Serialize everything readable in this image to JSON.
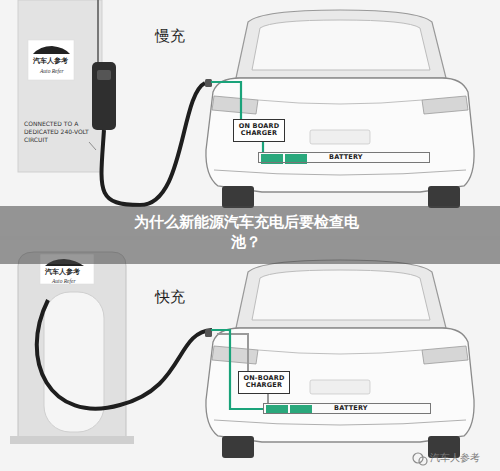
{
  "diagram": {
    "title": "为什么新能源汽车充电后要检查电池？",
    "nodes": [
      {
        "text": [
          "ON BOARD CHARGER"
        ]
      },
      {
        "text": [
          "BATTERY"
        ]
      },
      {
        "text": [
          "ON-BOARD CHARGER"
        ]
      },
      {
        "text": [
          "BATTERY"
        ]
      }
    ],
    "edges": [
      {
        "from": 0,
        "to": 1,
        "arrow": "none"
      },
      {
        "from": 2,
        "to": 3,
        "arrow": "none"
      }
    ],
    "labels": [
      "汽车人参考",
      "Auto Refer",
      "慢充",
      "CONNECTED TO A DEDICATED 240-VOLT CIRCUIT",
      "汽车人参考",
      "Auto Refer",
      "快充",
      "汽车人参考"
    ]
  }
}
